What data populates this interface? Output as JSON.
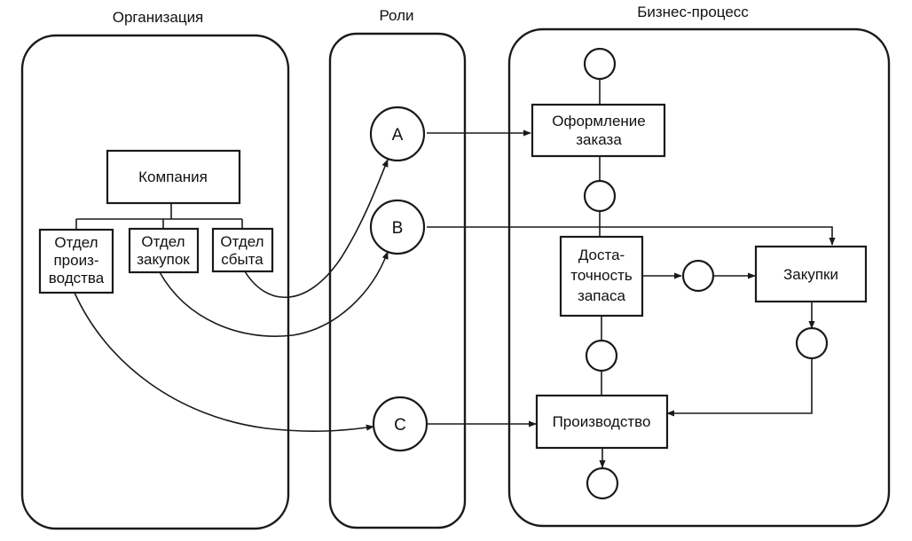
{
  "columns": {
    "organization": "Организация",
    "roles": "Роли",
    "process": "Бизнес-процесс"
  },
  "org": {
    "company": "Компания",
    "production_dept": [
      "Отдел",
      "произ-",
      "водства"
    ],
    "purchasing_dept": [
      "Отдел",
      "закупок"
    ],
    "sales_dept": [
      "Отдел",
      "сбыта"
    ]
  },
  "roles": {
    "a": "A",
    "b": "B",
    "c": "C"
  },
  "process": {
    "order": [
      "Оформление",
      "заказа"
    ],
    "stock": [
      "Доста-",
      "точность",
      "запаса"
    ],
    "purchase": "Закупки",
    "production": "Производство"
  }
}
